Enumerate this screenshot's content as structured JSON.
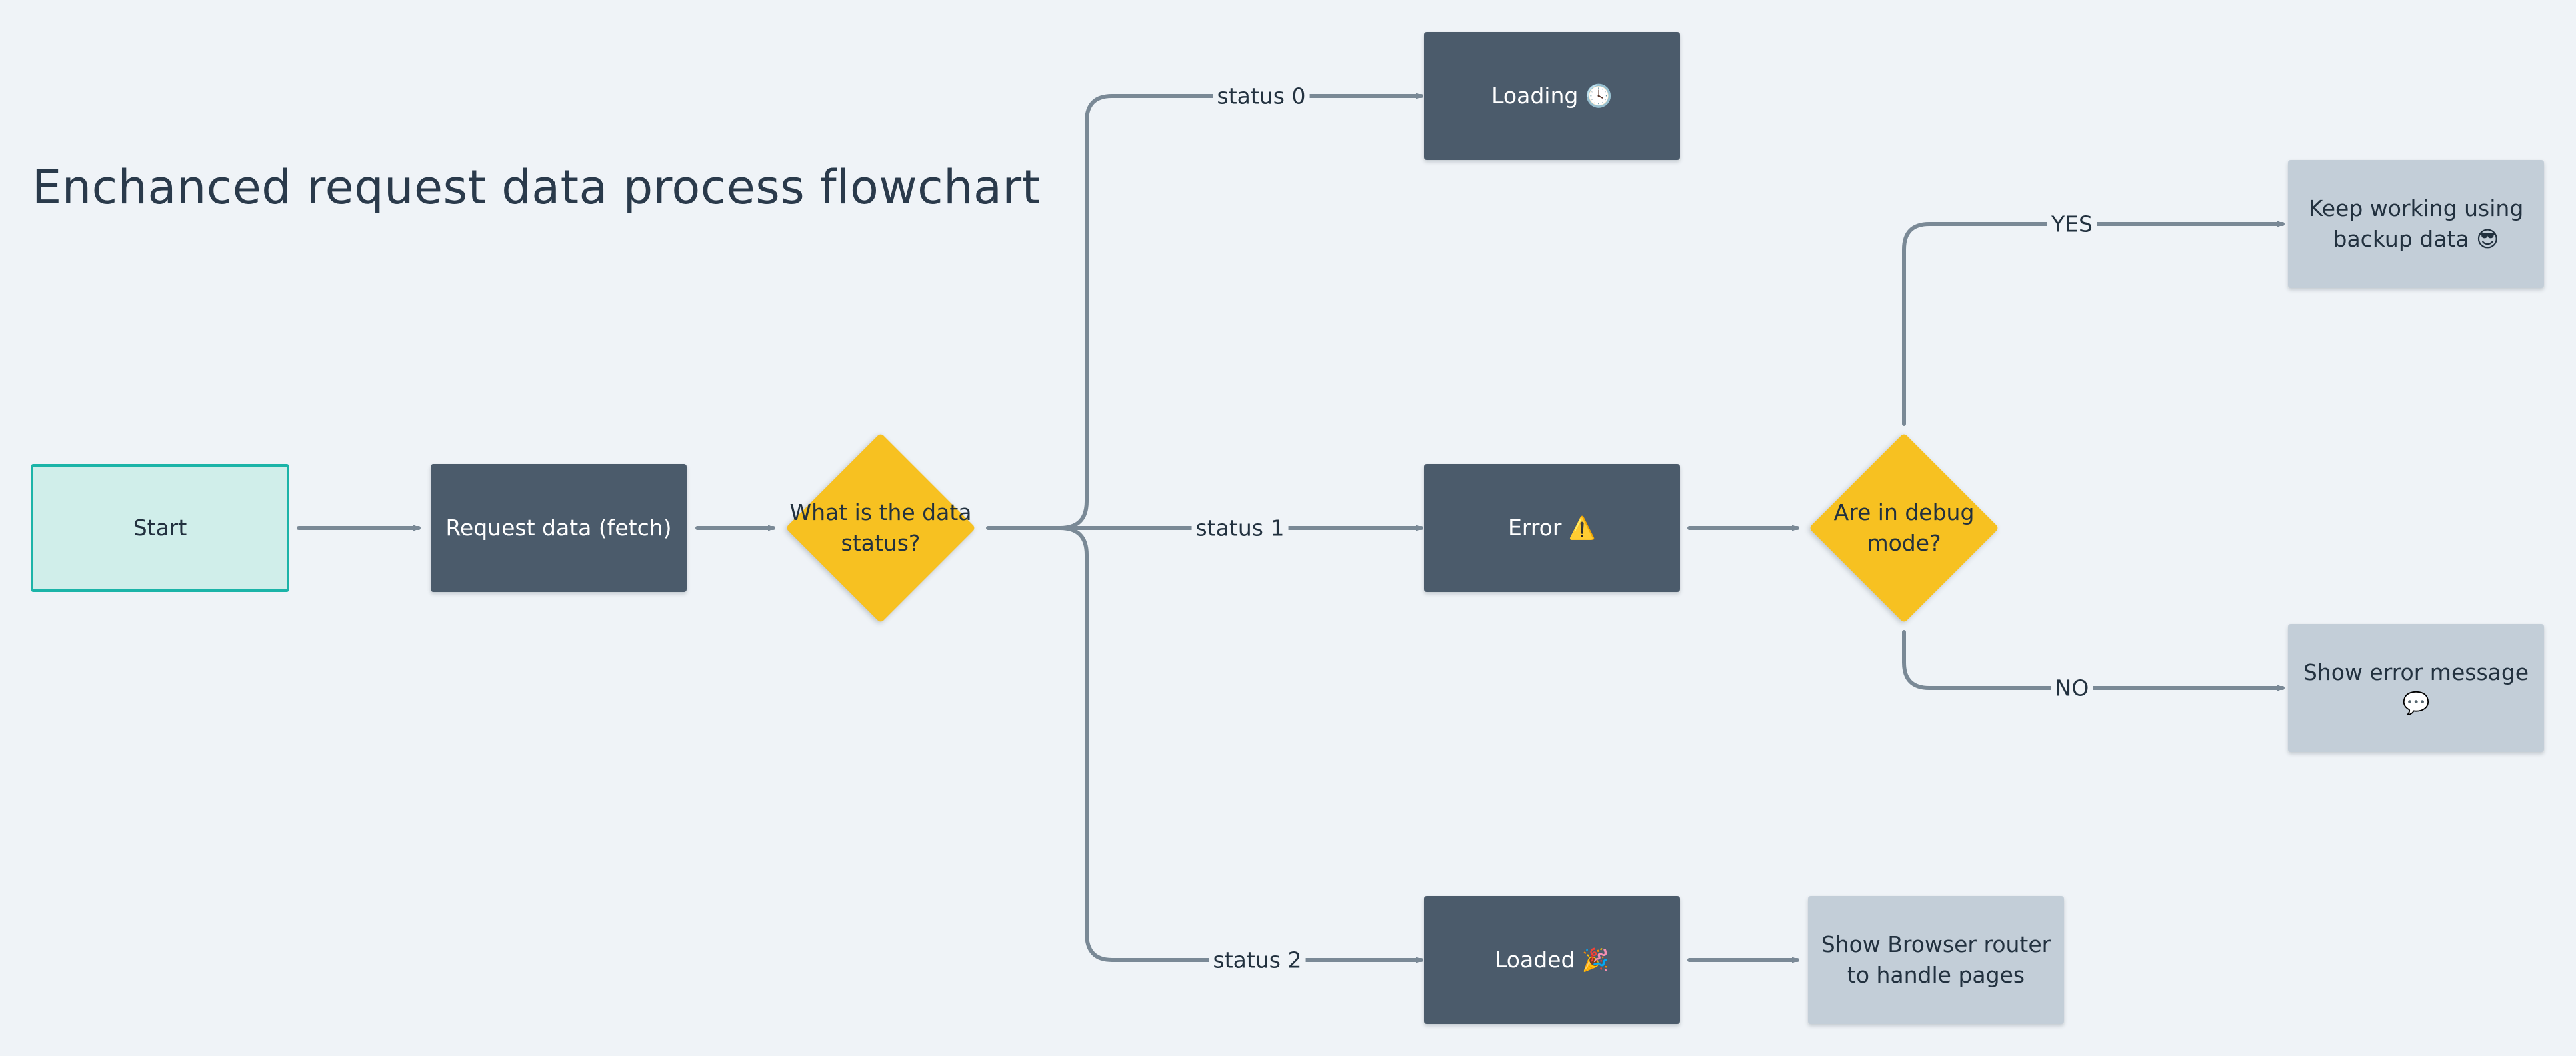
{
  "title": "Enchanced request data process flowchart",
  "nodes": {
    "start": "Start",
    "request": "Request data (fetch)",
    "data_status": "What is the data status?",
    "loading": "Loading 🕓",
    "error": "Error ⚠️",
    "loaded": "Loaded 🎉",
    "debug": "Are in debug mode?",
    "keep_working": "Keep working using backup data 😎",
    "show_error": "Show error message 💬",
    "browser_router": "Show Browser router to handle pages"
  },
  "edge_labels": {
    "status0": "status 0",
    "status1": "status 1",
    "status2": "status 2",
    "yes": "YES",
    "no": "NO"
  },
  "colors": {
    "start_fill": "#d0eeea",
    "start_border": "#1bb4a8",
    "process_fill": "#4b5b6b",
    "decision_fill": "#f7c121",
    "terminal_fill": "#c3ced8",
    "connector": "#7a8996",
    "background": "#eff3f7"
  }
}
